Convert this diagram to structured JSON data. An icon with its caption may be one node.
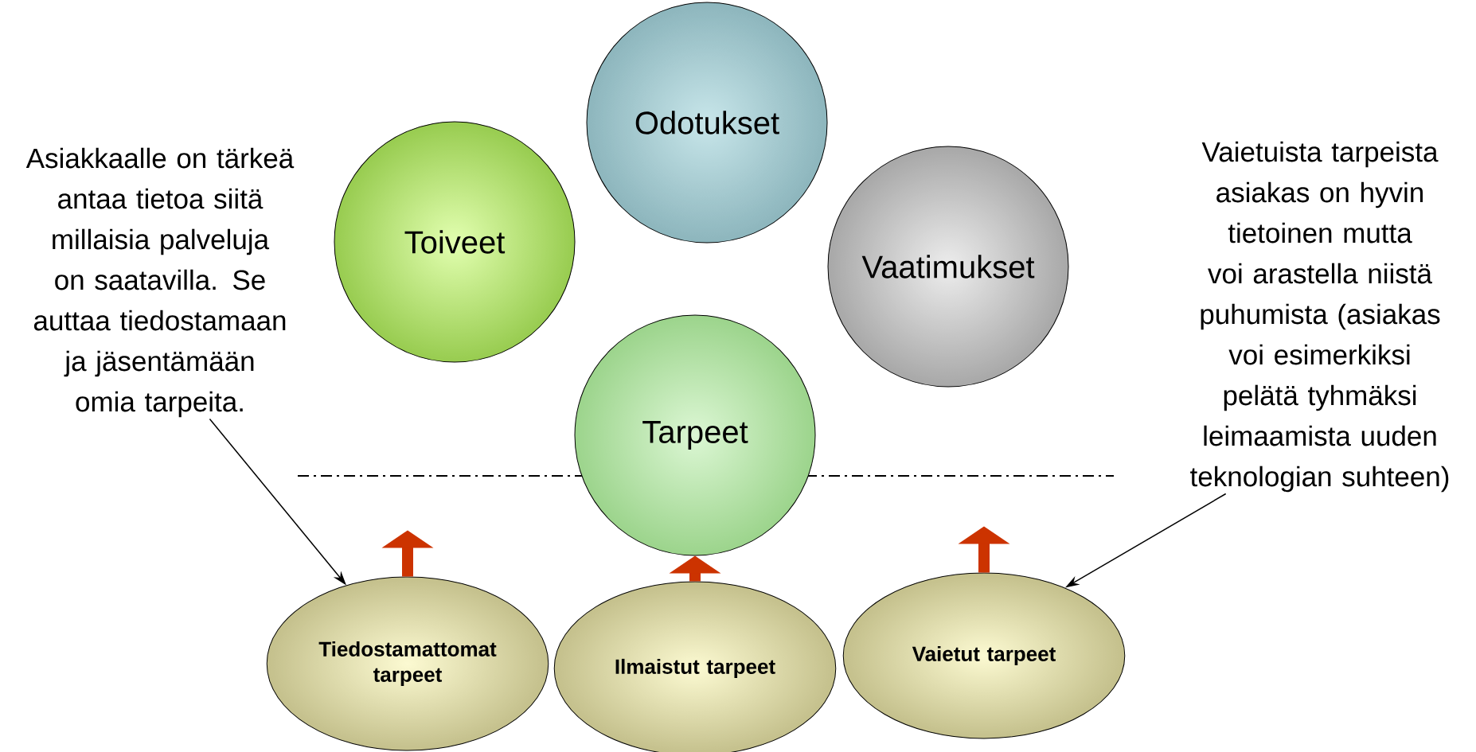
{
  "diagram": {
    "nodes": [
      {
        "text": [
          "Odotukset"
        ]
      },
      {
        "text": [
          "Toiveet"
        ]
      },
      {
        "text": [
          "Vaatimukset"
        ]
      },
      {
        "text": [
          "Tarpeet"
        ]
      },
      {
        "text": [
          "Asiakkaalle on tärkeä antaa tietoa siitä millaisia palveluja on saatavilla. Se auttaa tiedostamaan ja jäsentämään omia tarpeita."
        ]
      },
      {
        "text": [
          "Tiedostamattomat tarpeet"
        ]
      },
      {
        "text": [
          "Ilmaistut tarpeet"
        ]
      },
      {
        "text": [
          "Vaietut tarpeet"
        ]
      },
      {
        "text": [
          "Vaietuista tarpeista asiakas on hyvin tietoinen mutta voi arastella niistä puhumista (asiakas voi esimerkiksi pelätä tyhmäksi leimaamista uuden teknologian suhteen)"
        ]
      }
    ],
    "edges": [
      {
        "from": 4,
        "to": 5,
        "arrow": "to",
        "color": "#000000"
      },
      {
        "from": 8,
        "to": 7,
        "arrow": "to",
        "color": "#000000"
      },
      {
        "from": 5,
        "to": null,
        "arrow": "to",
        "color": "#cc3300"
      },
      {
        "from": 6,
        "to": 3,
        "arrow": "to",
        "color": "#cc3300"
      },
      {
        "from": 7,
        "to": null,
        "arrow": "to",
        "color": "#cc3300"
      }
    ]
  }
}
